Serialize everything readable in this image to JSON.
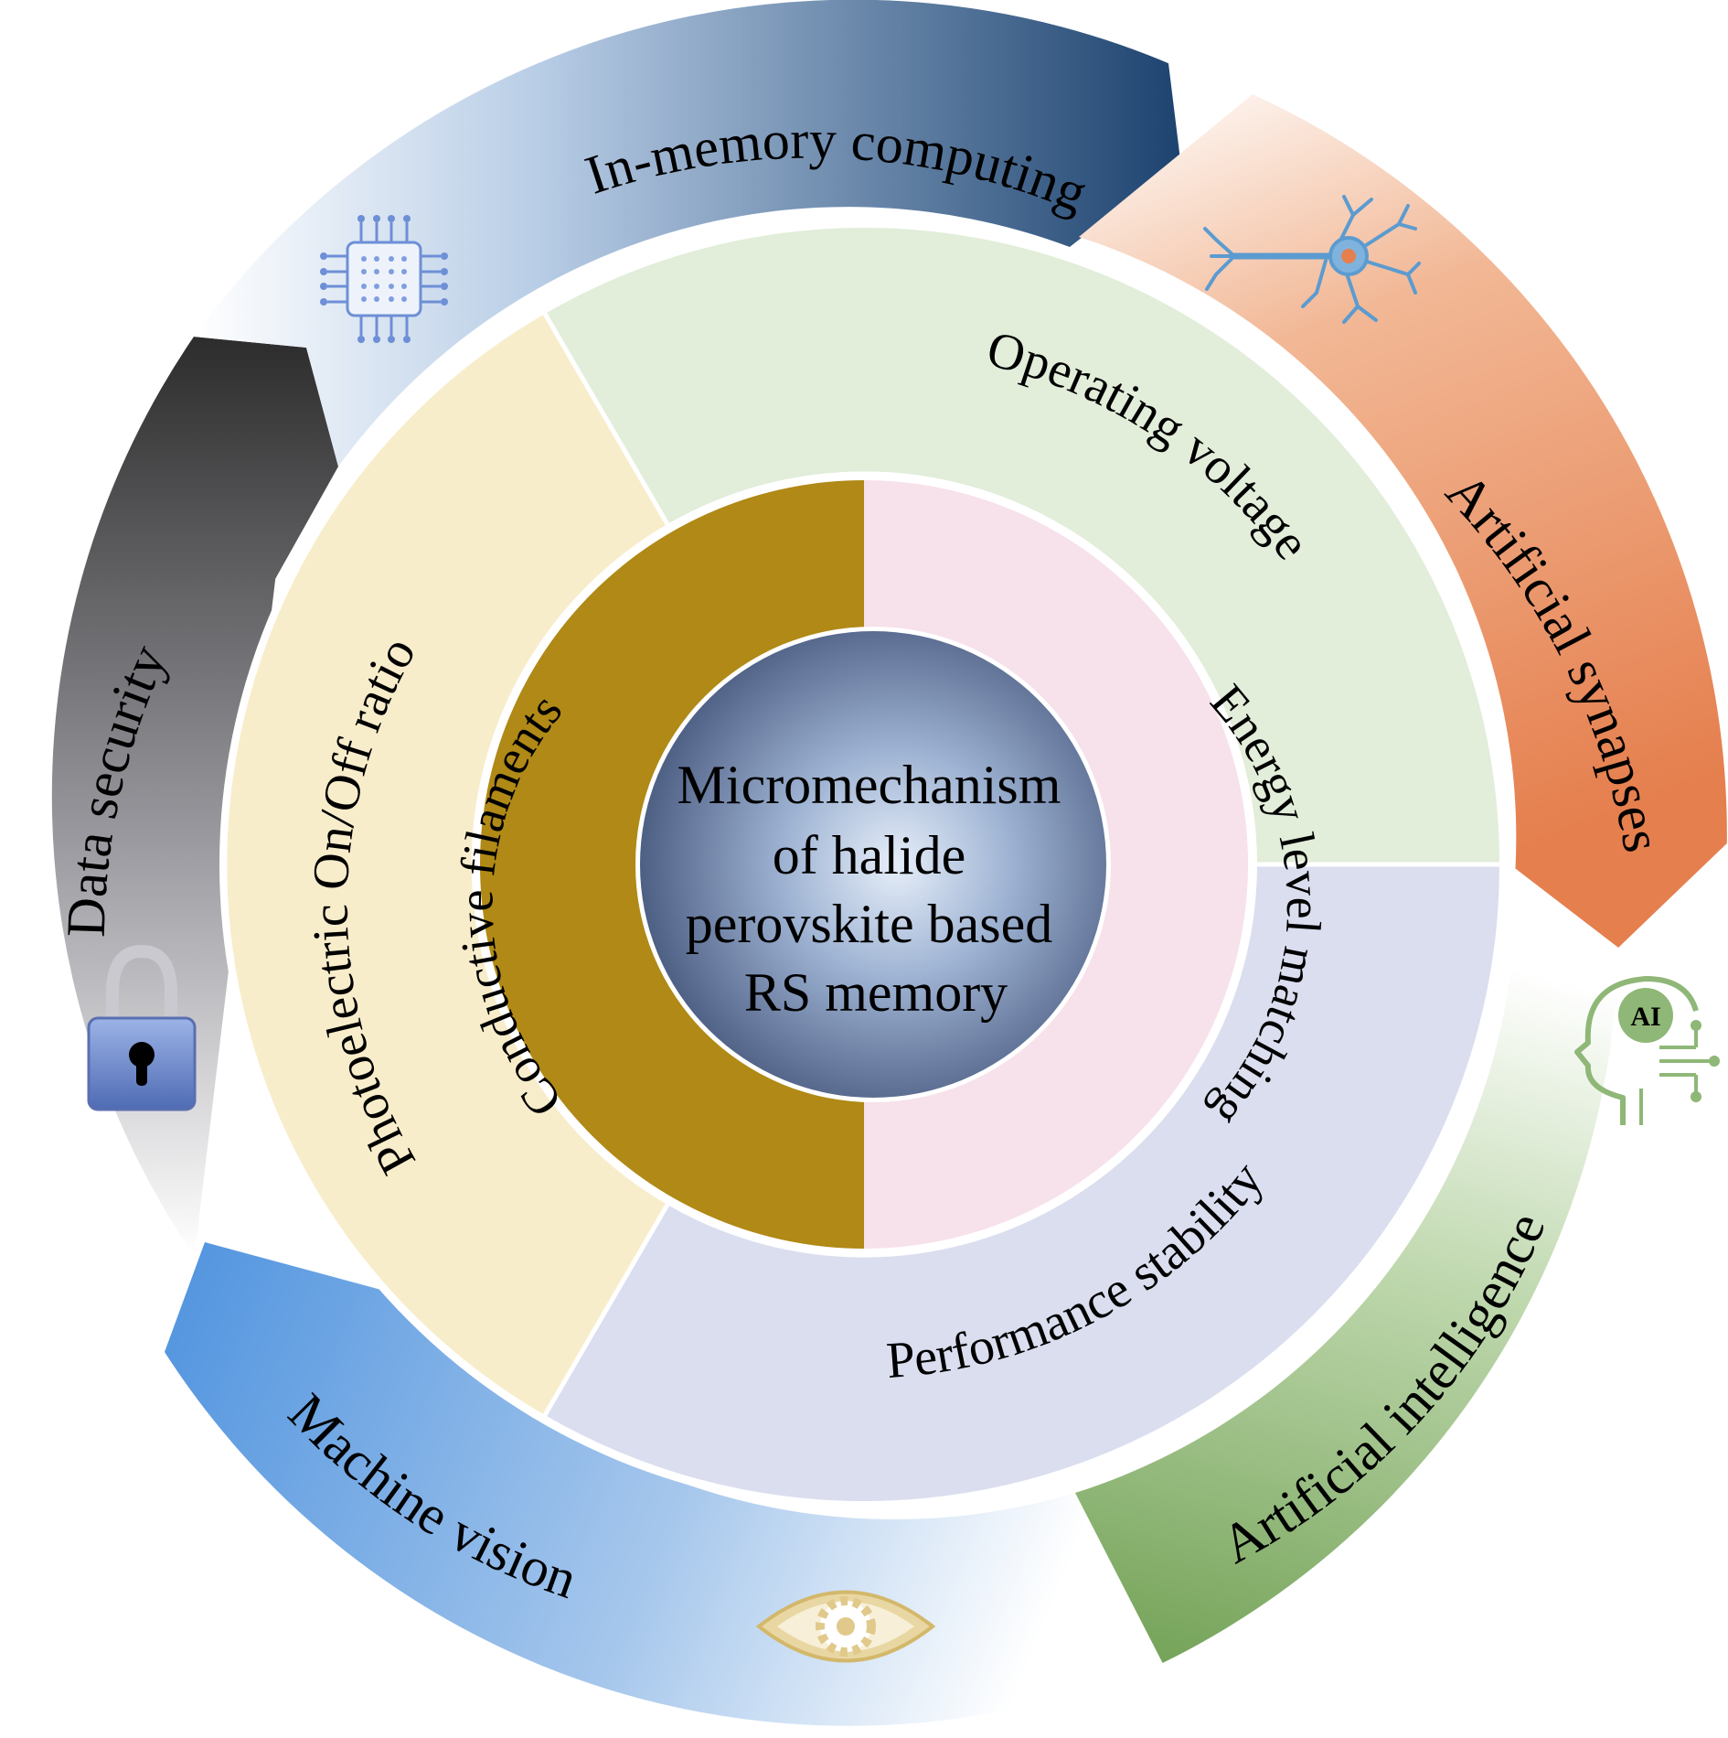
{
  "center": {
    "lines": [
      "Micromechanism",
      "of halide",
      "perovskite based",
      "RS memory"
    ]
  },
  "inner_ring": {
    "left": "Conductive filaments",
    "right": "Energy level matching"
  },
  "middle_ring": {
    "top_right": "Operating voltage",
    "bottom": "Performance stability",
    "left": "Photoelectric On/Off ratio"
  },
  "outer_ring": {
    "in_memory": "In-memory computing",
    "synapses": "Artificial synapses",
    "ai": "Artificial intelligence",
    "vision": "Machine vision",
    "security": "Data security"
  },
  "icons": {
    "chip": "chip-icon",
    "neuron": "neuron-icon",
    "ai_head": "ai-head-icon",
    "ai_badge": "AI",
    "eye": "eye-gear-icon",
    "lock": "padlock-icon"
  },
  "colors": {
    "conductive": "#B08916",
    "energy": "#F7E1EA",
    "operating": "#E2EDDA",
    "performance": "#DADEEF",
    "photoelectric": "#F8EDCB",
    "in_memory_dark": "#1F4A7A",
    "synapses": "#E8865A",
    "ai": "#7AAA5C",
    "vision": "#5F9FE0",
    "security": "#3A3A3A"
  }
}
